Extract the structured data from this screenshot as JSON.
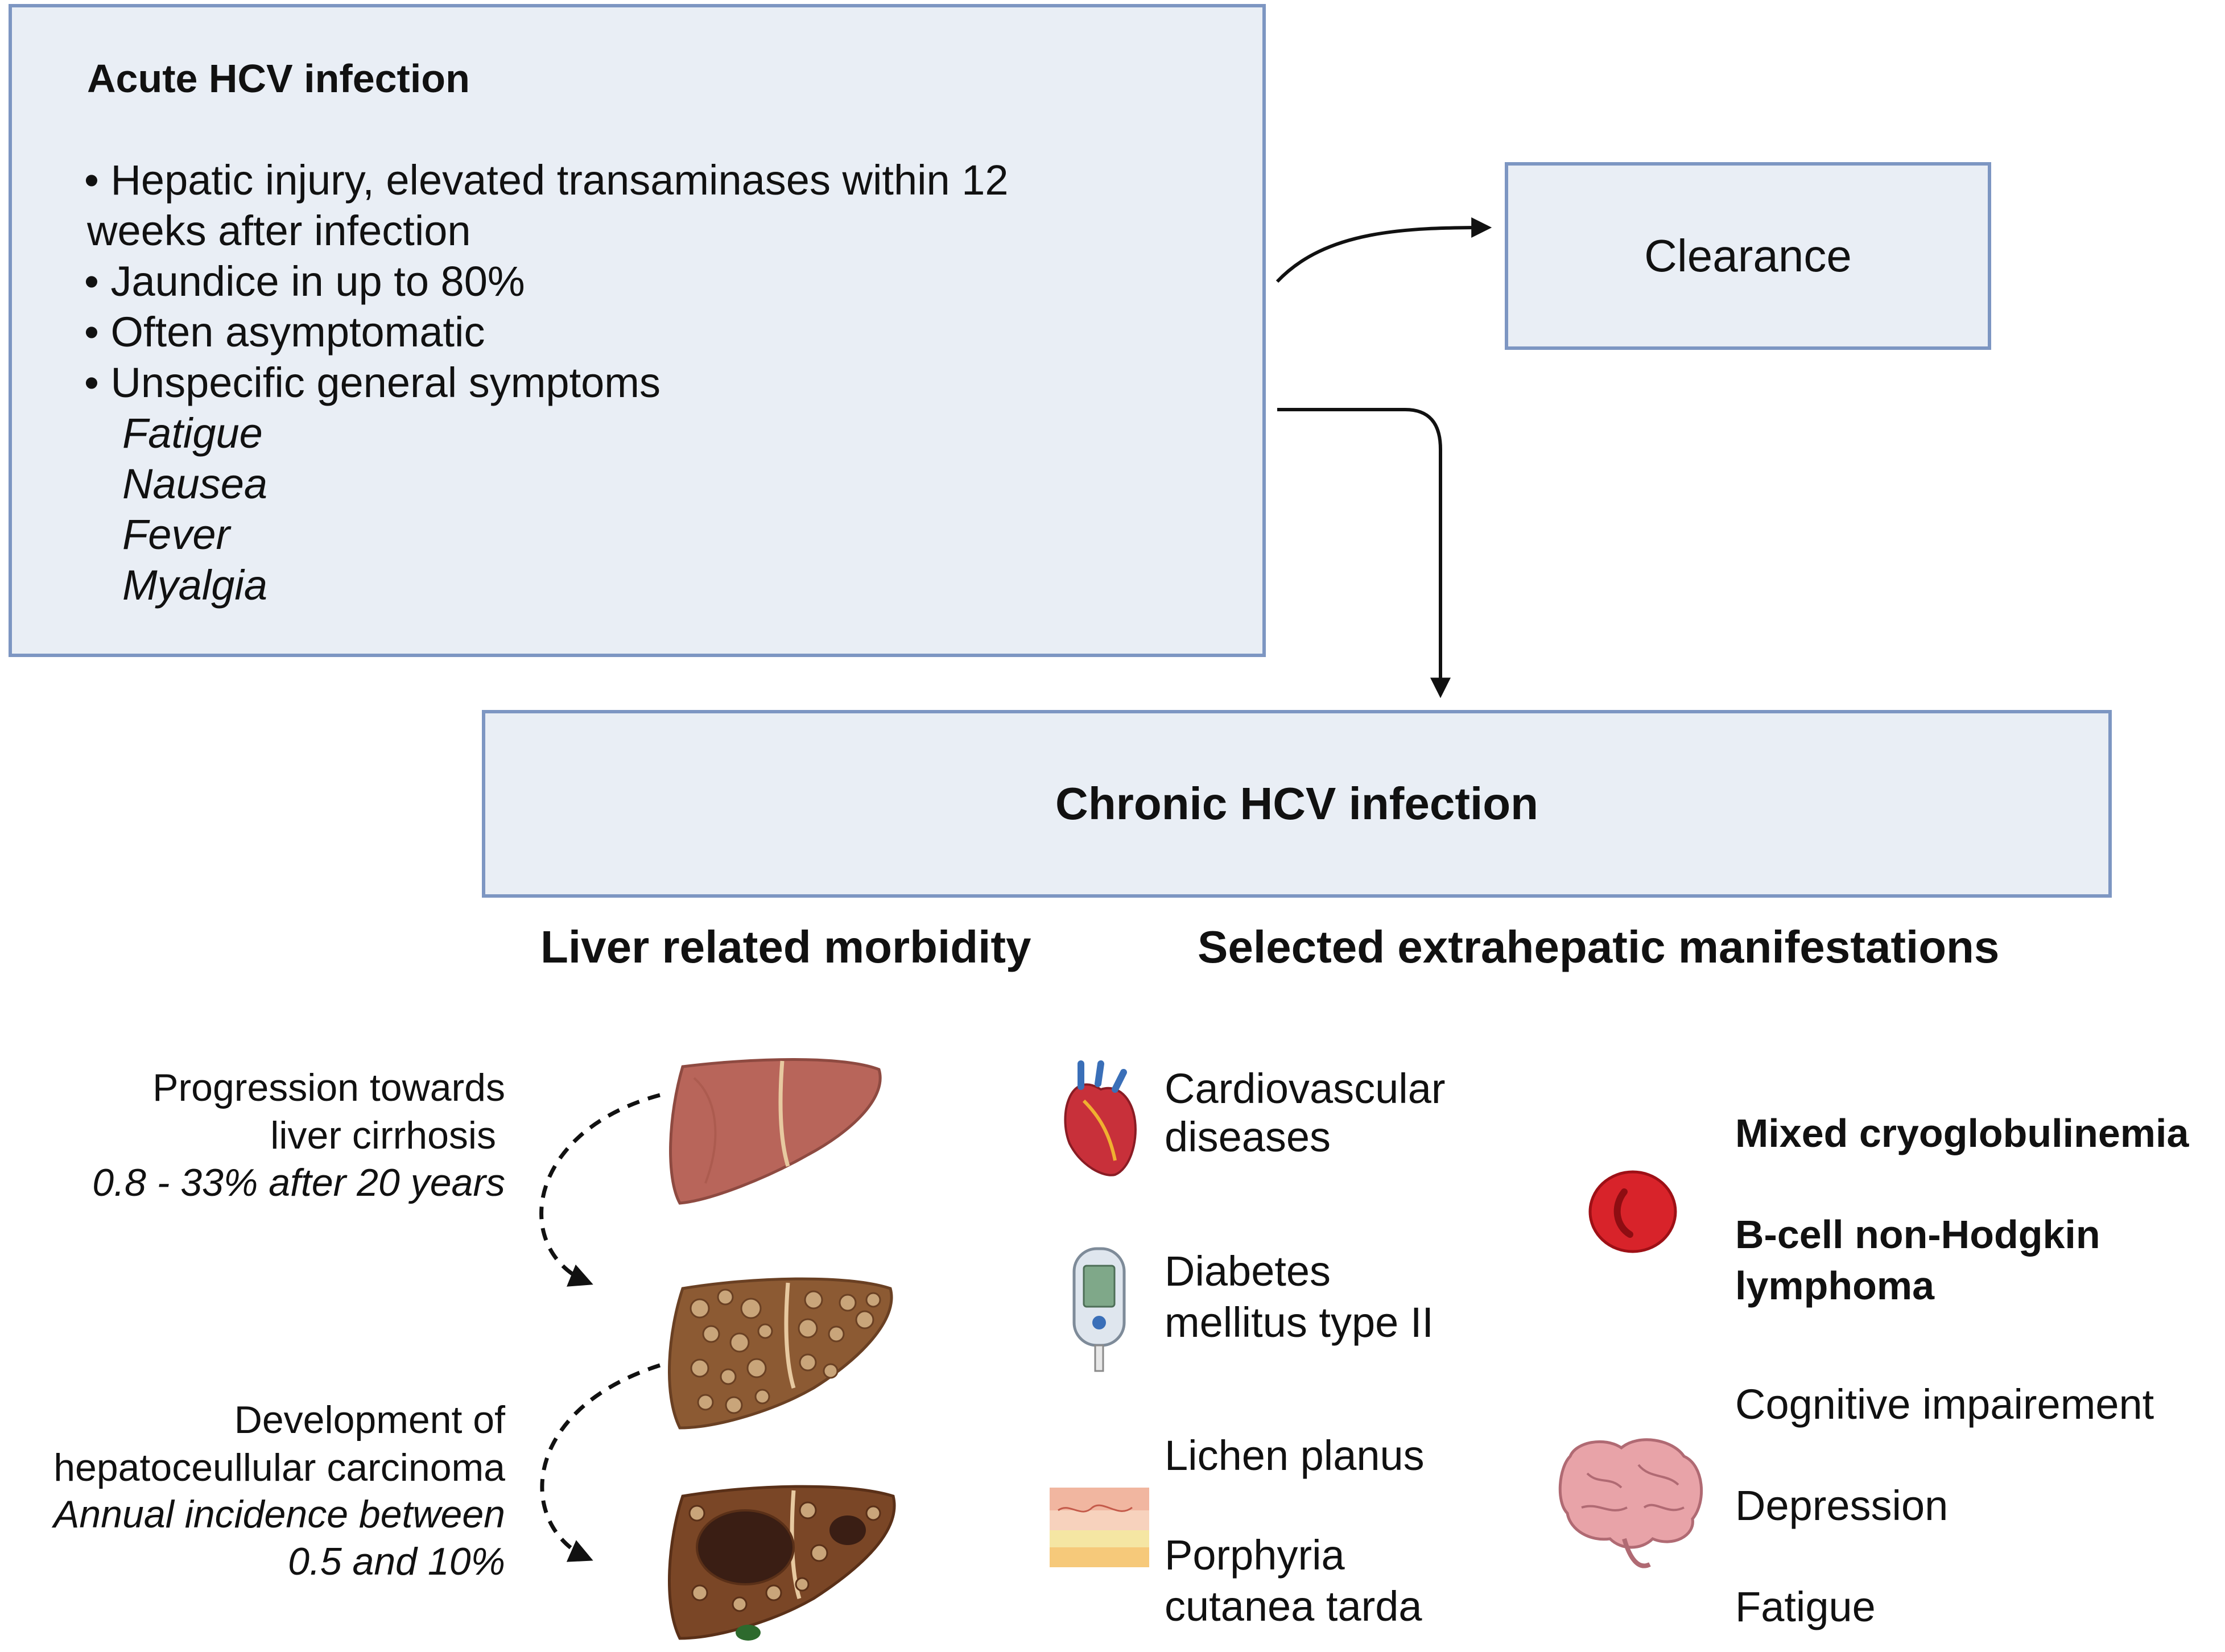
{
  "acute": {
    "title": "Acute HCV infection",
    "bullets": [
      "• Hepatic injury, elevated transaminases within 12",
      "weeks after infection",
      "• Jaundice in up to 80%",
      "• Often asymptomatic",
      "• Unspecific general symptoms"
    ],
    "symptoms": [
      "Fatigue",
      "Nausea",
      "Fever",
      "Myalgia"
    ]
  },
  "clearance": {
    "label": "Clearance"
  },
  "chronic": {
    "title": "Chronic HCV infection"
  },
  "liver": {
    "heading": "Liver related morbidity",
    "progression": [
      "Progression towards",
      "liver cirrhosis",
      "0.8 - 33% after 20 years"
    ],
    "hcc": [
      "Development of",
      "hepatoceullular carcinoma",
      "Annual incidence  between",
      "0.5 and 10%"
    ]
  },
  "extra": {
    "heading": "Selected extrahepatic manifestations",
    "cardio": [
      "Cardiovascular",
      "diseases"
    ],
    "diabetes": [
      "Diabetes",
      "mellitus type II"
    ],
    "lichen": "Lichen planus",
    "porphyria": [
      "Porphyria",
      "cutanea tarda"
    ],
    "cryo": "Mixed cryoglobulinemia",
    "lymphoma": [
      "B-cell non-Hodgkin",
      "lymphoma"
    ],
    "cognitive": "Cognitive impairement",
    "depression": "Depression",
    "fatigue": "Fatigue"
  },
  "icons": [
    "heart-icon",
    "glucometer-icon",
    "skin-layers-icon",
    "red-blood-cell-icon",
    "brain-icon",
    "healthy-liver-icon",
    "cirrhotic-liver-icon",
    "hcc-liver-icon"
  ],
  "colors": {
    "box_fill": "#e9eef5",
    "box_border": "#7d96c2",
    "liver": "#b8655a",
    "cirrhosis": "#8c5a33",
    "rbc": "#d8232a",
    "brain": "#e8a3a8"
  }
}
